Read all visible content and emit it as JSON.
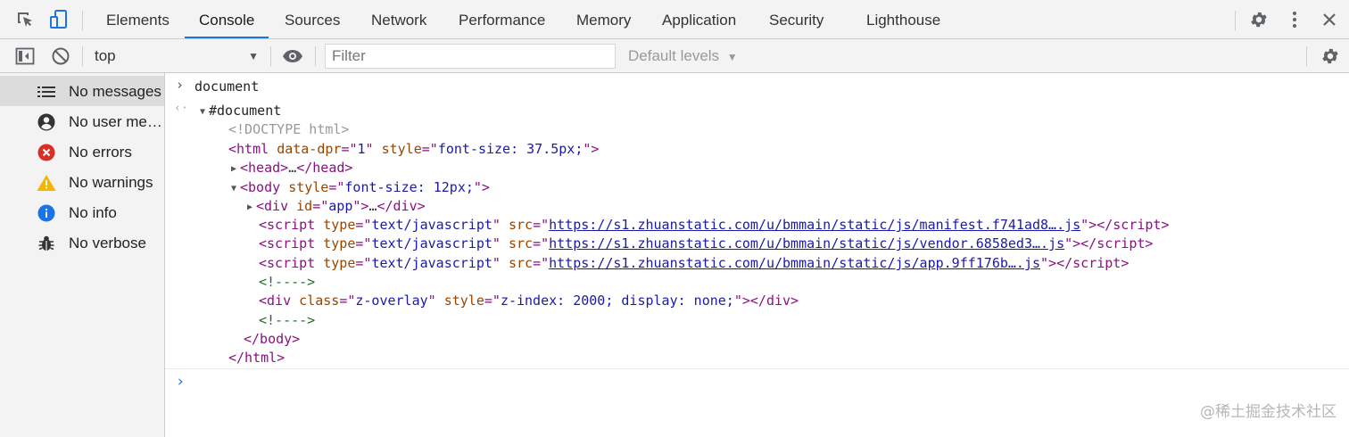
{
  "tabs": [
    {
      "label": "Elements"
    },
    {
      "label": "Console",
      "active": true
    },
    {
      "label": "Sources"
    },
    {
      "label": "Network"
    },
    {
      "label": "Performance"
    },
    {
      "label": "Memory"
    },
    {
      "label": "Application"
    },
    {
      "label": "Security"
    },
    {
      "label": "Lighthouse"
    }
  ],
  "toolbar": {
    "context": "top",
    "filter_placeholder": "Filter",
    "levels": "Default levels"
  },
  "sidebar": {
    "items": [
      {
        "label": "No messages",
        "icon": "list-icon"
      },
      {
        "label": "No user messages",
        "icon": "user-icon"
      },
      {
        "label": "No errors",
        "icon": "error-icon"
      },
      {
        "label": "No warnings",
        "icon": "warning-icon"
      },
      {
        "label": "No info",
        "icon": "info-icon"
      },
      {
        "label": "No verbose",
        "icon": "bug-icon"
      }
    ]
  },
  "console": {
    "input_command": "document",
    "root": "#document",
    "doctype": "<!DOCTYPE html>",
    "html_open": {
      "dpr": "1",
      "style": "font-size: 37.5px;"
    },
    "body_style": "font-size: 12px;",
    "div_id": "app",
    "scripts": [
      {
        "type": "text/javascript",
        "src": "https://s1.zhuanstatic.com/u/bmmain/static/js/manifest.f741ad8….js"
      },
      {
        "type": "text/javascript",
        "src": "https://s1.zhuanstatic.com/u/bmmain/static/js/vendor.6858ed3….js"
      },
      {
        "type": "text/javascript",
        "src": "https://s1.zhuanstatic.com/u/bmmain/static/js/app.9ff176b….js"
      }
    ],
    "comment": "<!---->",
    "overlay": {
      "class": "z-overlay",
      "style": "z-index: 2000; display: none;"
    },
    "ellipsis": "…"
  },
  "watermark": "@稀土掘金技术社区",
  "colors": {
    "accent": "#1a73e8",
    "error": "#d93025",
    "warning": "#f4b400",
    "info": "#1a73e8"
  }
}
